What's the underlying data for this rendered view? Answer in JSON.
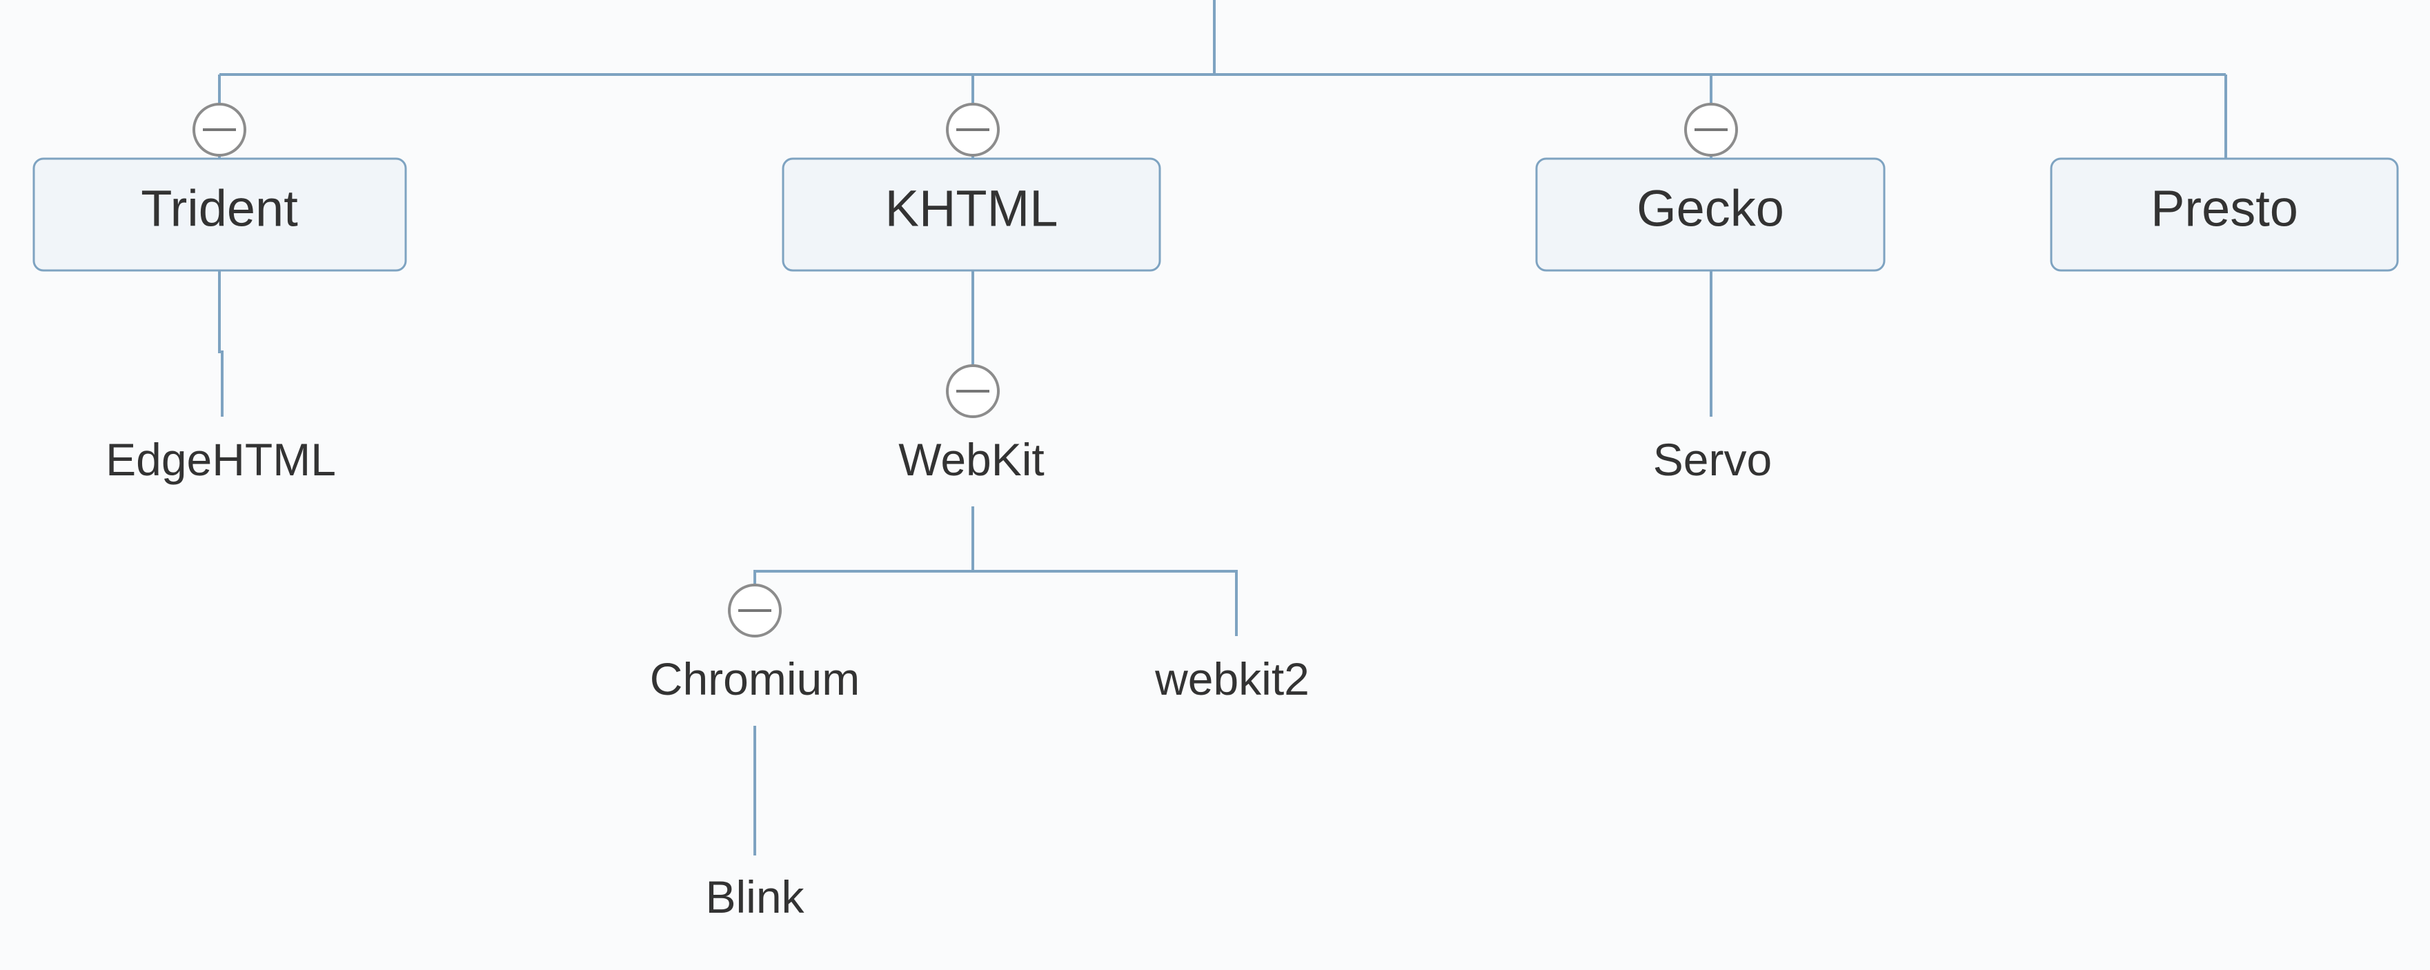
{
  "diagram": {
    "main_nodes": [
      {
        "id": "trident",
        "label": "Trident",
        "collapsible": true
      },
      {
        "id": "khtml",
        "label": "KHTML",
        "collapsible": true
      },
      {
        "id": "gecko",
        "label": "Gecko",
        "collapsible": true
      },
      {
        "id": "presto",
        "label": "Presto",
        "collapsible": false
      }
    ],
    "sub_nodes": [
      {
        "id": "edgehtml",
        "label": "EdgeHTML",
        "parent": "trident",
        "collapsible": false
      },
      {
        "id": "webkit",
        "label": "WebKit",
        "parent": "khtml",
        "collapsible": true
      },
      {
        "id": "servo",
        "label": "Servo",
        "parent": "gecko",
        "collapsible": false
      },
      {
        "id": "chromium",
        "label": "Chromium",
        "parent": "webkit",
        "collapsible": true
      },
      {
        "id": "webkit2",
        "label": "webkit2",
        "parent": "webkit",
        "collapsible": false
      },
      {
        "id": "blink",
        "label": "Blink",
        "parent": "chromium",
        "collapsible": false
      }
    ],
    "colors": {
      "edge": "#7ea3c1",
      "node_fill": "#f1f5f9",
      "text": "#333333",
      "background": "#fafbfc"
    }
  }
}
